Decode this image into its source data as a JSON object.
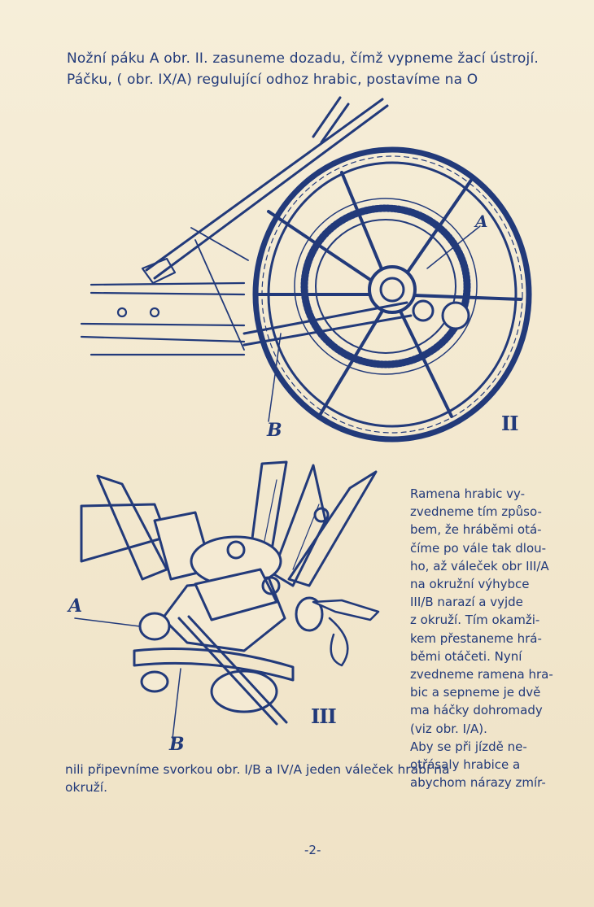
{
  "heading": {
    "line1": "Nožní páku A obr. II. zasuneme dozadu, čímž vypneme žací ústrojí.",
    "line2": "Páčku, ( obr. IX/A) regulující odhoz hrabic, postavíme na O"
  },
  "figure2": {
    "label_a": "A",
    "label_b": "B",
    "number": "II"
  },
  "figure3": {
    "label_a": "A",
    "label_b": "B",
    "number": "III"
  },
  "side_text": [
    "Ramena hrabic vy-",
    "zvedneme tím způso-",
    "bem, že hráběmi otá-",
    "číme po vále tak dlou-",
    "ho, až váleček obr III/A",
    "na okružní výhybce",
    "III/B narazí a vyjde",
    "z okruží. Tím okamži-",
    "kem přestaneme hrá-",
    "běmi otáčeti. Nyní",
    "zvedneme ramena hra-",
    "bic a sepneme je dvě",
    "ma háčky dohromady",
    "(viz obr. I/A).",
    "Aby se při jízdě ne-",
    "otřásaly hrabice a",
    "abychom nárazy zmír-"
  ],
  "bottom_text": [
    "nili připevníme svorkou obr. I/B a IV/A jeden váleček hrabí na",
    "okruží."
  ],
  "page_number": "-2-",
  "colors": {
    "ink": "#223a7a",
    "paper": "#f4ead3"
  }
}
